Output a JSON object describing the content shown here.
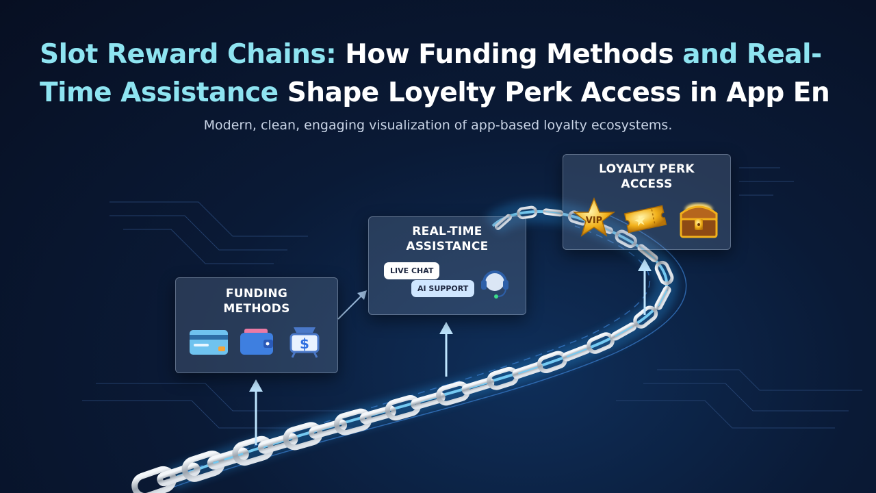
{
  "header": {
    "title_part1": "Slot Reward Chains: ",
    "title_part2": "How Funding Methods ",
    "title_part3": "and Real-Time Assistance",
    "title_part4": " Shape Loyelty Perk Access in App En",
    "subtitle": "Modern, clean, engaging visualization of app-based loyalty ecosystems."
  },
  "cards": {
    "funding": {
      "line1": "FUNDING",
      "line2": "METHODS",
      "icons": [
        "credit-card-icon",
        "wallet-icon",
        "money-bag-icon"
      ]
    },
    "assistance": {
      "line1": "REAL-TIME",
      "line2": "ASSISTANCE",
      "chat_label": "LIVE CHAT",
      "ai_label": "AI SUPPORT",
      "icons": [
        "chat-bubble-icon",
        "headset-icon"
      ]
    },
    "perks": {
      "line1": "LOYALTY PERK",
      "line2": "ACCESS",
      "vip_label": "VIP",
      "icons": [
        "vip-star-icon",
        "ticket-icon",
        "treasure-chest-icon"
      ]
    }
  },
  "colors": {
    "accent": "#8ee4f1",
    "glow": "#5fc8ff",
    "background": "#0a1a36",
    "chain": "#c8ced6",
    "gold": "#f2b11b"
  }
}
